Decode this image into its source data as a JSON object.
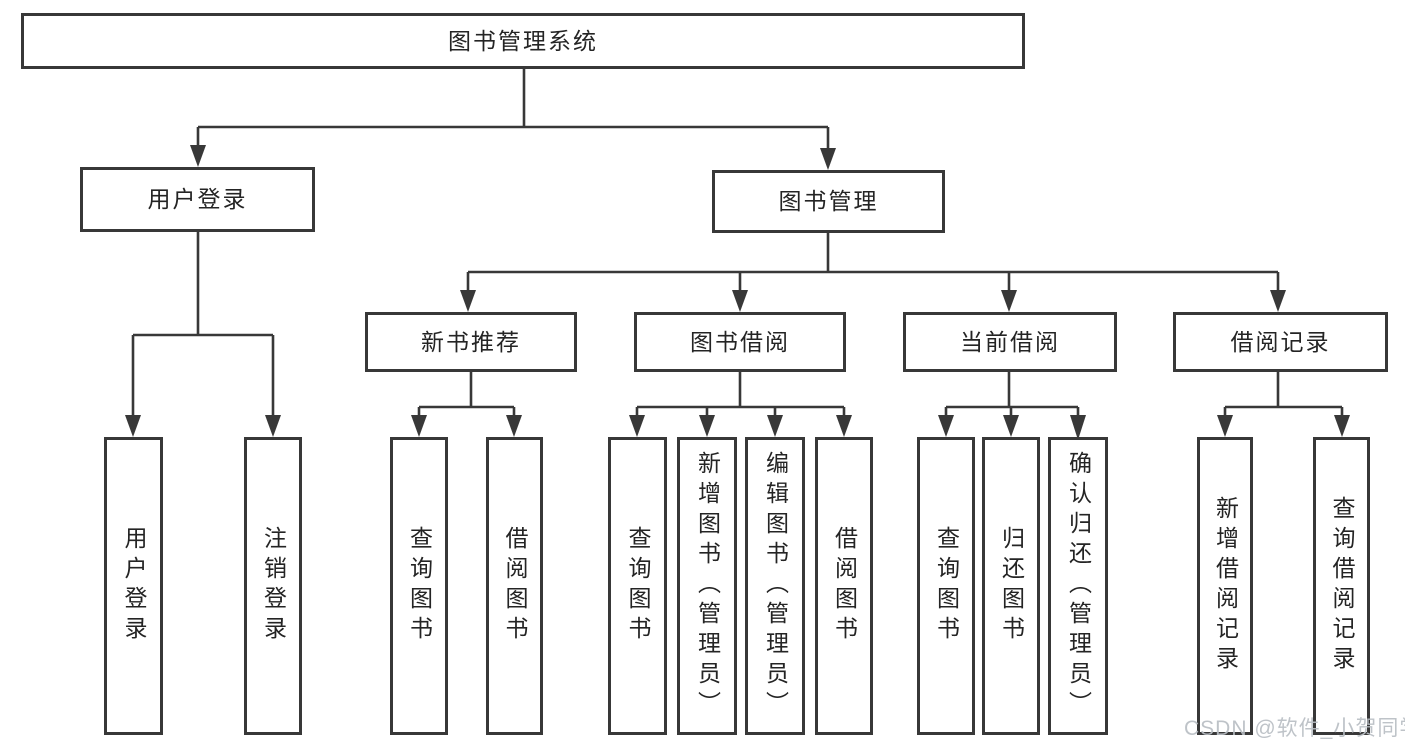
{
  "diagram": {
    "title": "图书管理系统",
    "children": [
      {
        "label": "用户登录",
        "children": [
          {
            "label": "用户登录"
          },
          {
            "label": "注销登录"
          }
        ]
      },
      {
        "label": "图书管理",
        "children": [
          {
            "label": "新书推荐",
            "children": [
              {
                "label": "查询图书"
              },
              {
                "label": "借阅图书"
              }
            ]
          },
          {
            "label": "图书借阅",
            "children": [
              {
                "label": "查询图书"
              },
              {
                "label": "新增图书（管理员）"
              },
              {
                "label": "编辑图书（管理员）"
              },
              {
                "label": "借阅图书"
              }
            ]
          },
          {
            "label": "当前借阅",
            "children": [
              {
                "label": "查询图书"
              },
              {
                "label": "归还图书"
              },
              {
                "label": "确认归还（管理员）"
              }
            ]
          },
          {
            "label": "借阅记录",
            "children": [
              {
                "label": "新增借阅记录"
              },
              {
                "label": "查询借阅记录"
              }
            ]
          }
        ]
      }
    ]
  },
  "watermark": {
    "text": "CSDN @软件_小贺同学"
  },
  "colors": {
    "line": "#383838",
    "text": "#242424",
    "box_background": "#ffffff",
    "watermark": "#b9bec4",
    "background": "#ffffff"
  }
}
